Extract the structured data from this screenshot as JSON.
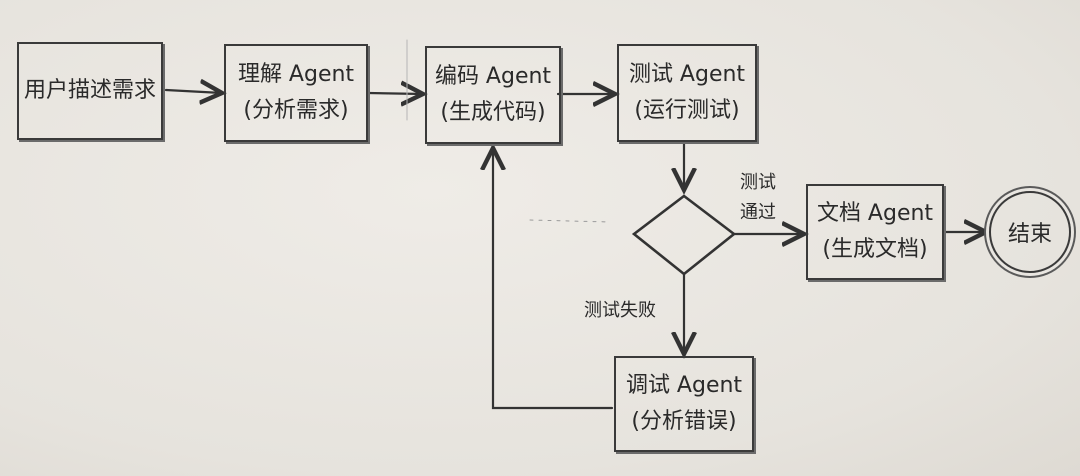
{
  "nodes": {
    "user": {
      "line1": "用户描述需求"
    },
    "understand": {
      "line1": "理解 Agent",
      "line2": "(分析需求)"
    },
    "code": {
      "line1": "编码 Agent",
      "line2": "(生成代码)"
    },
    "test": {
      "line1": "测试 Agent",
      "line2": "(运行测试)"
    },
    "doc": {
      "line1": "文档 Agent",
      "line2": "(生成文档)"
    },
    "debug": {
      "line1": "调试 Agent",
      "line2": "(分析错误)"
    },
    "end": {
      "label": "结束"
    }
  },
  "edge_labels": {
    "pass_line1": "测试",
    "pass_line2": "通过",
    "fail": "测试失败"
  }
}
